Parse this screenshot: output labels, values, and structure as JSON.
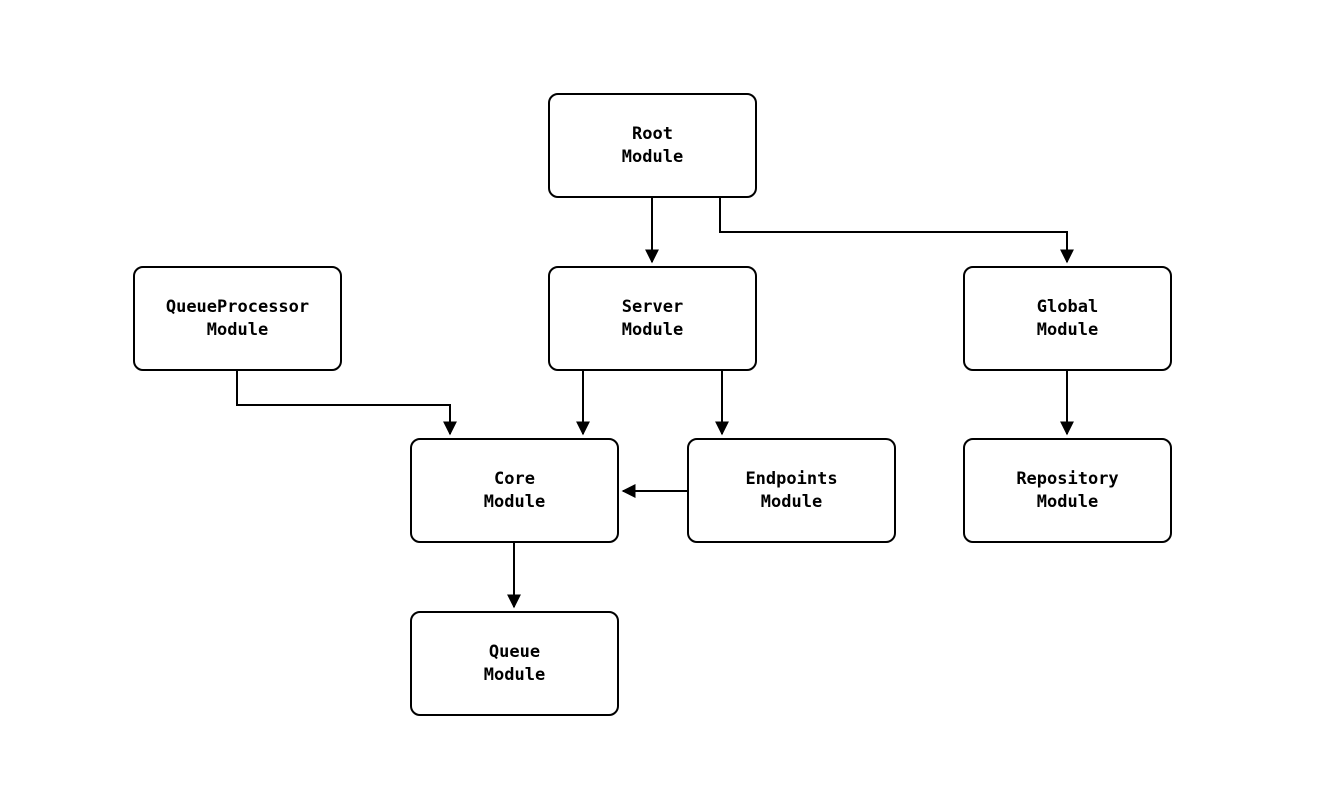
{
  "diagram": {
    "type": "module-dependency-graph",
    "background_color": "#ffffff",
    "node_border_color": "#000000",
    "node_fill_color": "#ffffff",
    "edge_color": "#000000",
    "nodes": [
      {
        "id": "root",
        "label": "Root\nModule"
      },
      {
        "id": "server",
        "label": "Server\nModule"
      },
      {
        "id": "queueprocessor",
        "label": "QueueProcessor\nModule"
      },
      {
        "id": "global",
        "label": "Global\nModule"
      },
      {
        "id": "core",
        "label": "Core\nModule"
      },
      {
        "id": "endpoints",
        "label": "Endpoints\nModule"
      },
      {
        "id": "repository",
        "label": "Repository\nModule"
      },
      {
        "id": "queue",
        "label": "Queue\nModule"
      }
    ],
    "edges": [
      {
        "from": "root",
        "to": "server"
      },
      {
        "from": "root",
        "to": "global"
      },
      {
        "from": "queueprocessor",
        "to": "core"
      },
      {
        "from": "server",
        "to": "core"
      },
      {
        "from": "server",
        "to": "endpoints"
      },
      {
        "from": "endpoints",
        "to": "core"
      },
      {
        "from": "global",
        "to": "repository"
      },
      {
        "from": "core",
        "to": "queue"
      }
    ]
  }
}
